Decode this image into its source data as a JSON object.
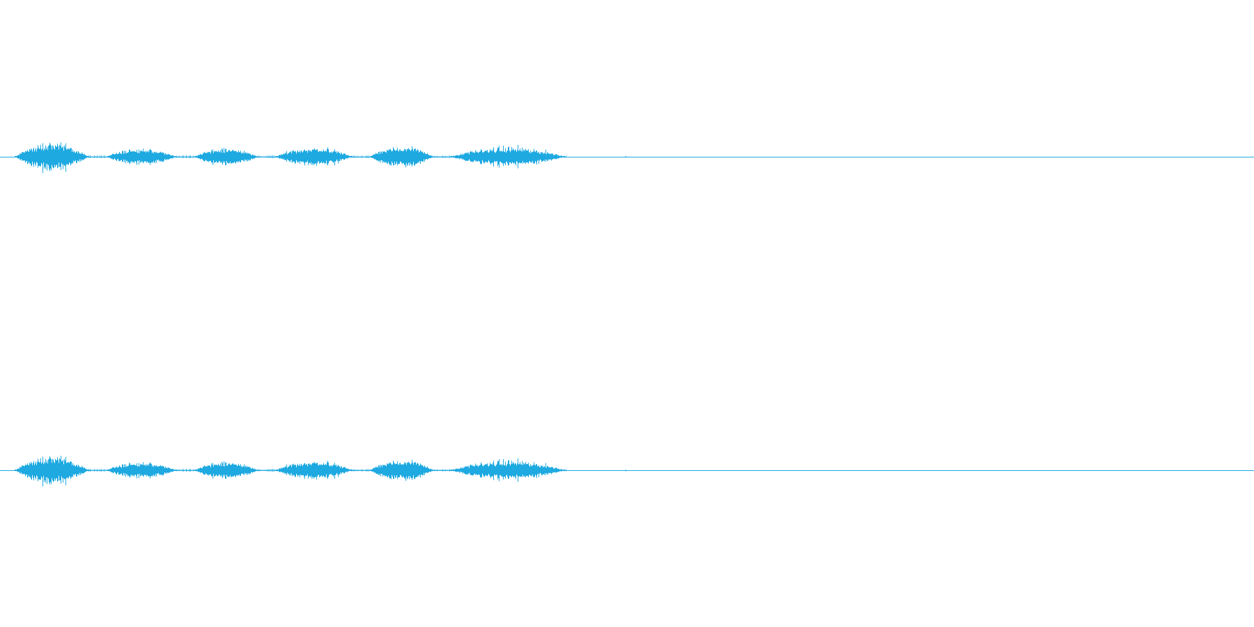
{
  "waveform": {
    "color": "#1ea9e1",
    "channels": [
      {
        "name": "channel-left"
      },
      {
        "name": "channel-right"
      }
    ],
    "bursts": [
      {
        "start": 0.012,
        "end": 0.07,
        "peak": 0.8
      },
      {
        "start": 0.085,
        "end": 0.14,
        "peak": 0.5
      },
      {
        "start": 0.155,
        "end": 0.205,
        "peak": 0.5
      },
      {
        "start": 0.22,
        "end": 0.28,
        "peak": 0.55
      },
      {
        "start": 0.295,
        "end": 0.345,
        "peak": 0.65
      },
      {
        "start": 0.36,
        "end": 0.45,
        "peak": 0.55
      }
    ],
    "silence_after": 0.452
  }
}
